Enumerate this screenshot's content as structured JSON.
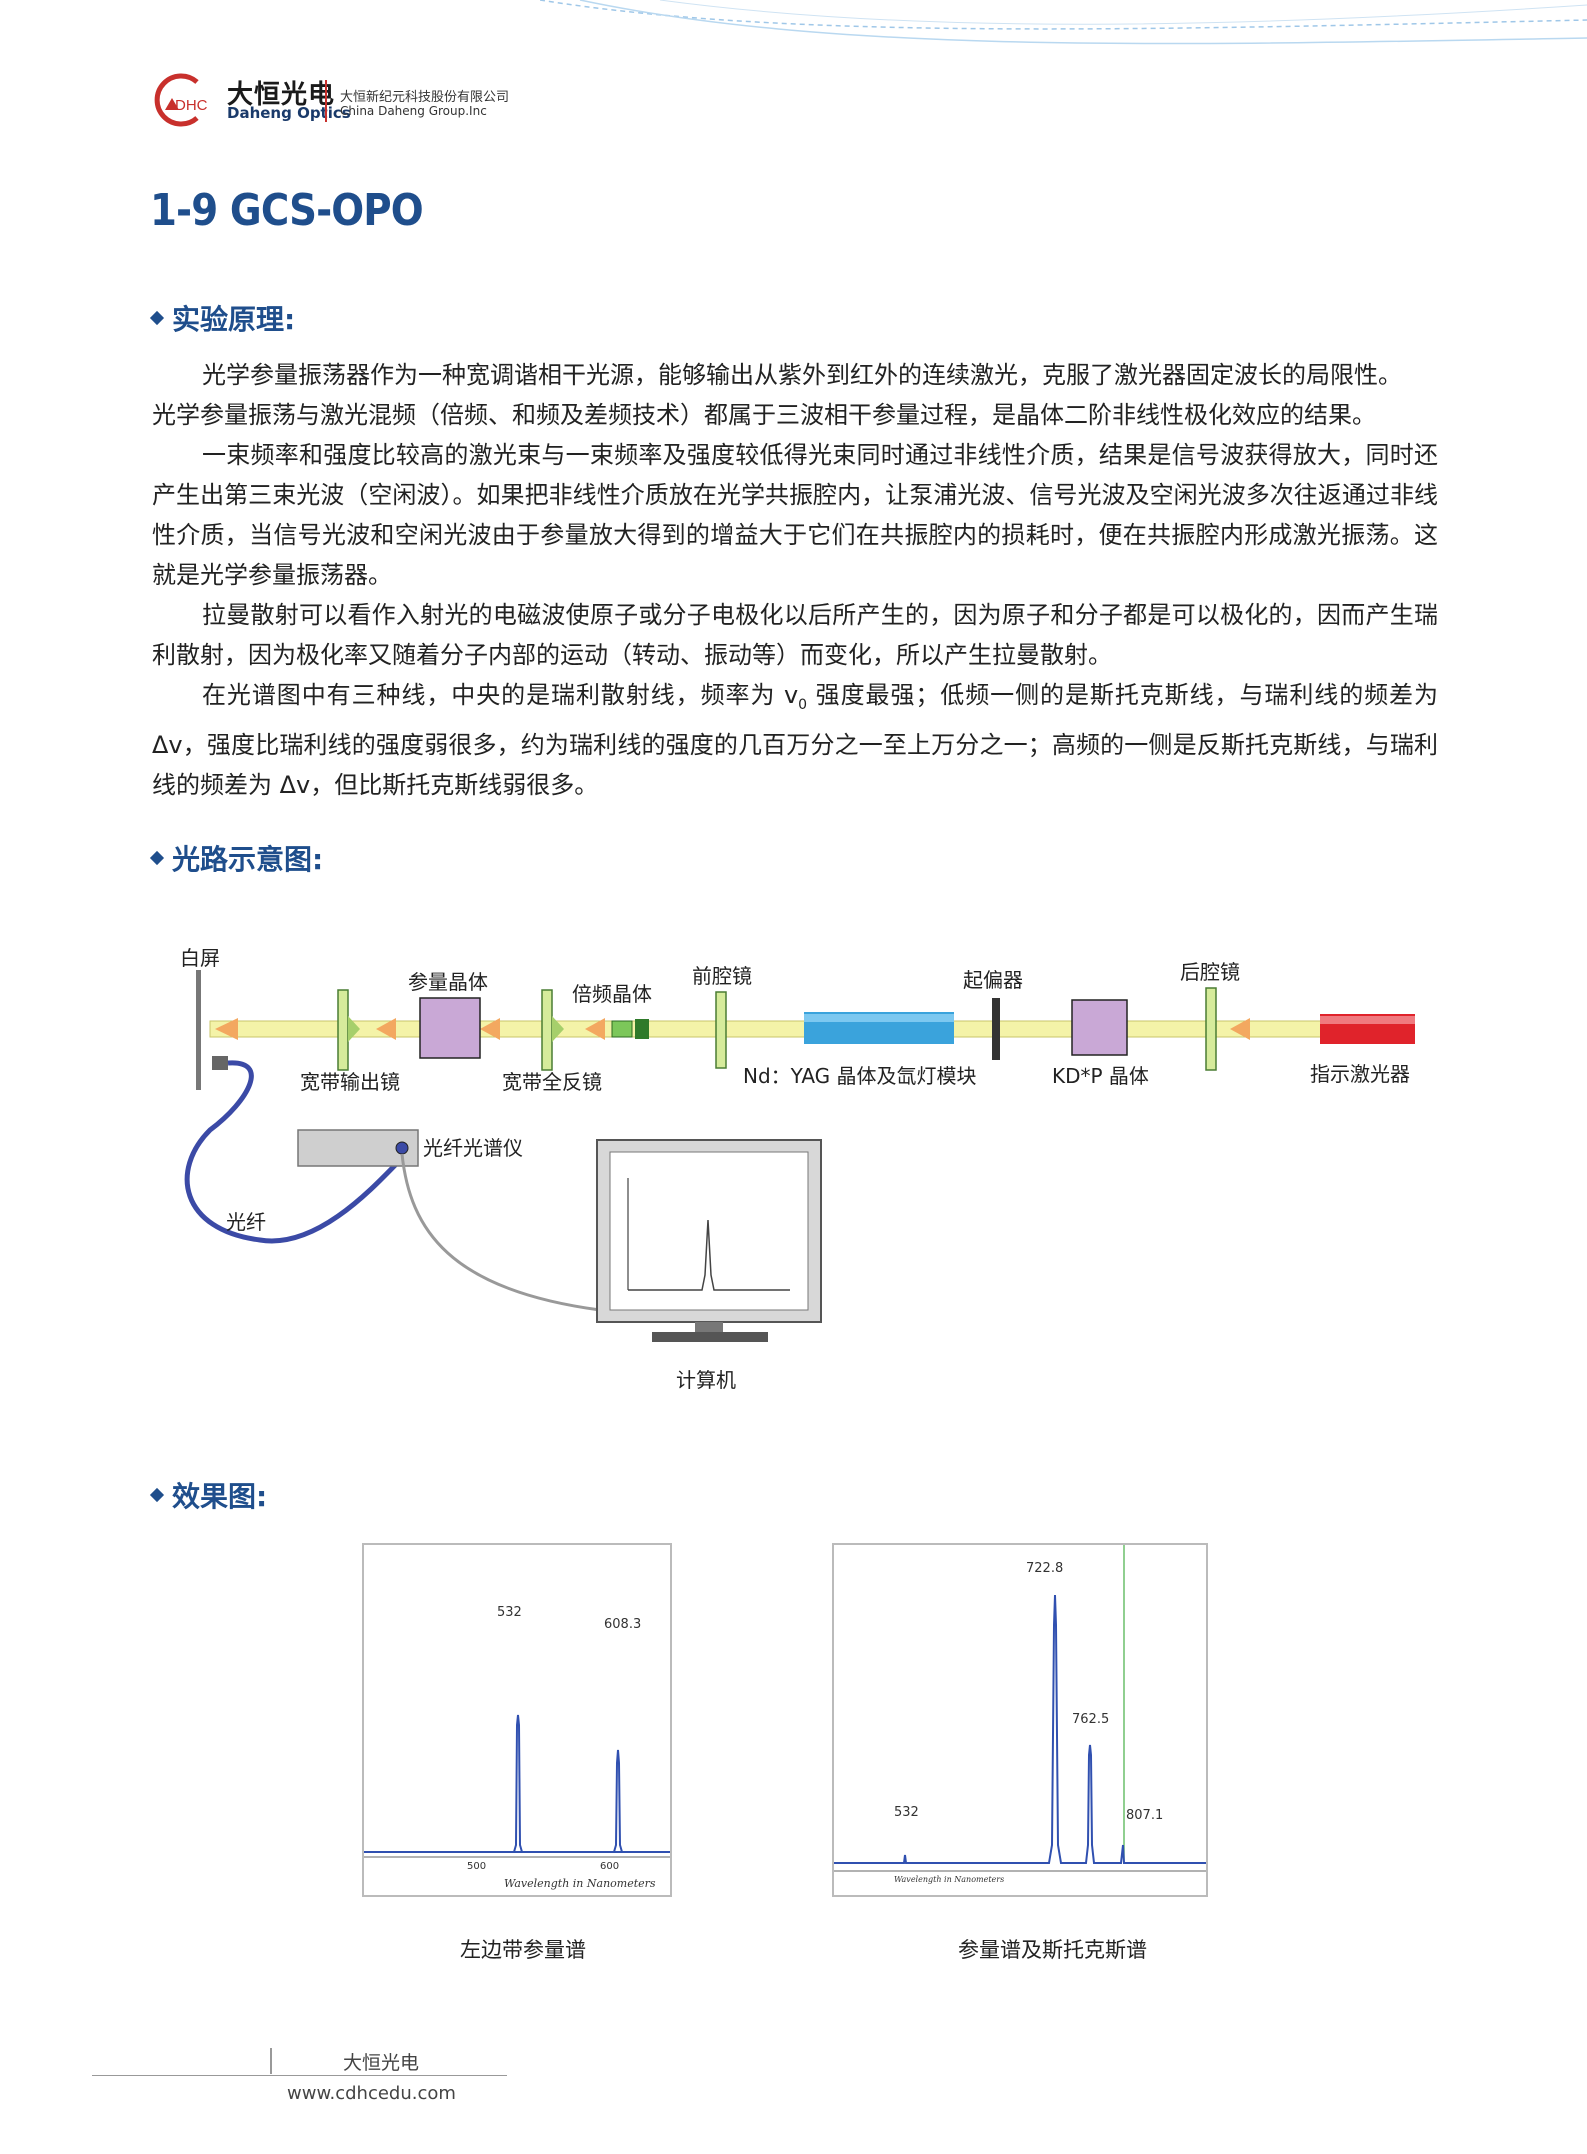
{
  "header": {
    "logo_mark": "DHC",
    "logo_cn": "大恒光电",
    "logo_en": "Daheng Optics",
    "company_cn": "大恒新纪元科技股份有限公司",
    "company_en": "China Daheng Group.Inc"
  },
  "title": "1-9 GCS-OPO",
  "sections": {
    "principle": "实验原理:",
    "diagram": "光路示意图:",
    "results": "效果图:"
  },
  "paragraphs": [
    "光学参量振荡器作为一种宽调谐相干光源，能够输出从紫外到红外的连续激光，克服了激光器固定波长的局限性。",
    "光学参量振荡与激光混频（倍频、和频及差频技术）都属于三波相干参量过程，是晶体二阶非线性极化效应的结果。",
    "一束频率和强度比较高的激光束与一束频率及强度较低得光束同时通过非线性介质，结果是信号波获得放大，同时还产生出第三束光波（空闲波）。如果把非线性介质放在光学共振腔内，让泵浦光波、信号光波及空闲光波多次往返通过非线性介质，当信号光波和空闲光波由于参量放大得到的增益大于它们在共振腔内的损耗时，便在共振腔内形成激光振荡。这就是光学参量振荡器。",
    "拉曼散射可以看作入射光的电磁波使原子或分子电极化以后所产生的，因为原子和分子都是可以极化的，因而产生瑞利散射，因为极化率又随着分子内部的运动（转动、振动等）而变化，所以产生拉曼散射。"
  ],
  "para5": {
    "part1": "在光谱图中有三种线，中央的是瑞利散射线，频率为 v",
    "sub": "0",
    "part2": " 强度最强；低频一侧的是斯托克斯线，与瑞利线的频差为 Δv，强度比瑞利线的强度弱很多，约为瑞利线的强度的几百万分之一至上万分之一；高频的一侧是反斯托克斯线，与瑞利线的频差为 Δv，但比斯托克斯线弱很多。"
  },
  "diagram": {
    "white_screen": "白屏",
    "param_crystal": "参量晶体",
    "doubling_crystal": "倍频晶体",
    "front_mirror": "前腔镜",
    "polarizer": "起偏器",
    "rear_mirror": "后腔镜",
    "wideband_output_mirror": "宽带输出镜",
    "wideband_full_reflect_mirror": "宽带全反镜",
    "ndyag_module": "Nd：YAG 晶体及氙灯模块",
    "kdp_crystal": "KD*P 晶体",
    "indicator_laser": "指示激光器",
    "fiber_spectrometer": "光纤光谱仪",
    "fiber": "光纤",
    "computer": "计算机"
  },
  "spectrum_left": {
    "caption": "左边带参量谱",
    "peak1_label": "532",
    "peak2_label": "608.3",
    "tick1": "500",
    "tick2": "600",
    "xlabel": "Wavelength in Nanometers"
  },
  "spectrum_right": {
    "caption": "参量谱及斯托克斯谱",
    "peak_532": "532",
    "peak_722": "722.8",
    "peak_762": "762.5",
    "peak_807": "807.1",
    "xlabel": "Wavelength in Nanometers"
  },
  "footer": {
    "brand": "大恒光电",
    "url": "www.cdhcedu.com"
  }
}
